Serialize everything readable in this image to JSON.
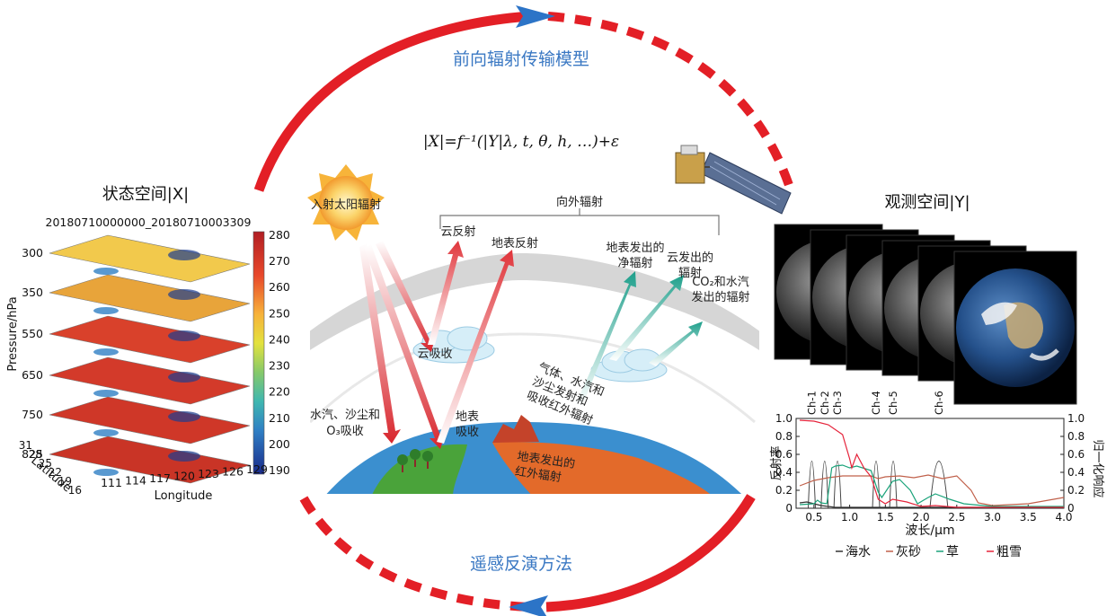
{
  "cycle": {
    "top_label": "前向辐射传输模型",
    "bottom_label": "遥感反演方法",
    "formula": "|X|=f⁻¹(|Y|λ, t, θ, h, …)+ε",
    "arc_color": "#e31f26",
    "arrow_color": "#2c74c7",
    "label_color": "#3a78c3"
  },
  "state_space": {
    "title": "状态空间|X|",
    "timestamp": "20180710000000_20180710003309",
    "ylabel": "Pressure/hPa",
    "levels": [
      "300",
      "350",
      "550",
      "650",
      "750",
      "825"
    ],
    "colorbar_ticks": [
      "280",
      "270",
      "260",
      "250",
      "240",
      "230",
      "220",
      "210",
      "200",
      "190"
    ],
    "latitude_label": "Latitude",
    "latitude_ticks": [
      "31",
      "28",
      "25",
      "22",
      "19",
      "16"
    ],
    "longitude_label": "Longitude",
    "longitude_ticks": [
      "111",
      "114",
      "117",
      "120",
      "123",
      "126",
      "129"
    ]
  },
  "scene": {
    "outgoing_label": "向外辐射",
    "sun_label": "入射太阳辐射",
    "cloud_reflect": "云反射",
    "surface_reflect": "地表反射",
    "cloud_absorb": "云吸收",
    "surface_absorb_1": "地表",
    "surface_absorb_2": "吸收",
    "vapor_absorb_1": "水汽、沙尘和",
    "vapor_absorb_2": "O₃吸收",
    "gas_absorb_1": "气体、水汽和",
    "gas_absorb_2": "沙尘发射和",
    "gas_absorb_3": "吸收红外辐射",
    "surface_ir_1": "地表发出的",
    "surface_ir_2": "红外辐射",
    "net_rad_1": "地表发出的",
    "net_rad_2": "净辐射",
    "cloud_emit_1": "云发出的",
    "cloud_emit_2": "辐射",
    "co2_emit_1": "CO₂和水汽",
    "co2_emit_2": "发出的辐射"
  },
  "obs_space": {
    "title": "观测空间|Y|"
  },
  "chart_data": {
    "type": "line",
    "xlabel": "波长/μm",
    "ylabel": "反射率",
    "ylabel_right": "归一化响应",
    "xlim": [
      0.25,
      4.0
    ],
    "ylim": [
      0,
      1.0
    ],
    "x_ticks": [
      "0.5",
      "1.0",
      "1.5",
      "2.0",
      "2.5",
      "3.0",
      "3.5",
      "4.0"
    ],
    "y_ticks": [
      "0",
      "0.2",
      "0.4",
      "0.6",
      "0.8",
      "1.0"
    ],
    "y_ticks_right": [
      "0",
      "0.2",
      "0.4",
      "0.6",
      "0.8",
      "1.0"
    ],
    "channels": [
      {
        "name": "Ch-1",
        "center": 0.47
      },
      {
        "name": "Ch-2",
        "center": 0.65
      },
      {
        "name": "Ch-3",
        "center": 0.83
      },
      {
        "name": "Ch-4",
        "center": 1.37
      },
      {
        "name": "Ch-5",
        "center": 1.61
      },
      {
        "name": "Ch-6",
        "center": 2.25
      }
    ],
    "series": [
      {
        "name": "海水",
        "color": "#333333",
        "x": [
          0.3,
          0.4,
          0.5,
          0.6,
          0.7,
          0.8,
          1.0,
          1.5,
          2.0,
          2.5,
          3.0,
          3.5,
          4.0
        ],
        "y": [
          0.06,
          0.07,
          0.05,
          0.03,
          0.02,
          0.01,
          0.01,
          0.01,
          0.01,
          0.01,
          0.01,
          0.01,
          0.01
        ]
      },
      {
        "name": "灰砂",
        "color": "#c0604a",
        "x": [
          0.3,
          0.5,
          0.7,
          0.9,
          1.1,
          1.3,
          1.4,
          1.5,
          1.7,
          1.9,
          2.1,
          2.3,
          2.5,
          2.7,
          2.8,
          3.0,
          3.5,
          4.0
        ],
        "y": [
          0.25,
          0.31,
          0.34,
          0.36,
          0.36,
          0.36,
          0.33,
          0.35,
          0.36,
          0.34,
          0.37,
          0.33,
          0.36,
          0.2,
          0.06,
          0.03,
          0.05,
          0.12
        ]
      },
      {
        "name": "草",
        "color": "#1aa37a",
        "x": [
          0.3,
          0.5,
          0.55,
          0.6,
          0.68,
          0.75,
          0.8,
          0.9,
          1.0,
          1.1,
          1.3,
          1.4,
          1.45,
          1.6,
          1.7,
          1.85,
          1.95,
          2.1,
          2.2,
          2.4,
          2.6,
          3.0,
          3.5,
          4.0
        ],
        "y": [
          0.04,
          0.05,
          0.09,
          0.06,
          0.05,
          0.45,
          0.47,
          0.48,
          0.45,
          0.47,
          0.42,
          0.18,
          0.12,
          0.3,
          0.32,
          0.2,
          0.05,
          0.12,
          0.16,
          0.1,
          0.05,
          0.02,
          0.02,
          0.02
        ]
      },
      {
        "name": "粗雪",
        "color": "#e5243b",
        "x": [
          0.3,
          0.5,
          0.7,
          0.9,
          1.0,
          1.03,
          1.1,
          1.2,
          1.3,
          1.4,
          1.5,
          1.6,
          1.8,
          2.0,
          2.2,
          2.5,
          3.0,
          3.5,
          4.0
        ],
        "y": [
          0.98,
          0.97,
          0.93,
          0.82,
          0.55,
          0.45,
          0.6,
          0.45,
          0.35,
          0.1,
          0.05,
          0.1,
          0.07,
          0.02,
          0.03,
          0.01,
          0.01,
          0.01,
          0.01
        ]
      }
    ]
  }
}
